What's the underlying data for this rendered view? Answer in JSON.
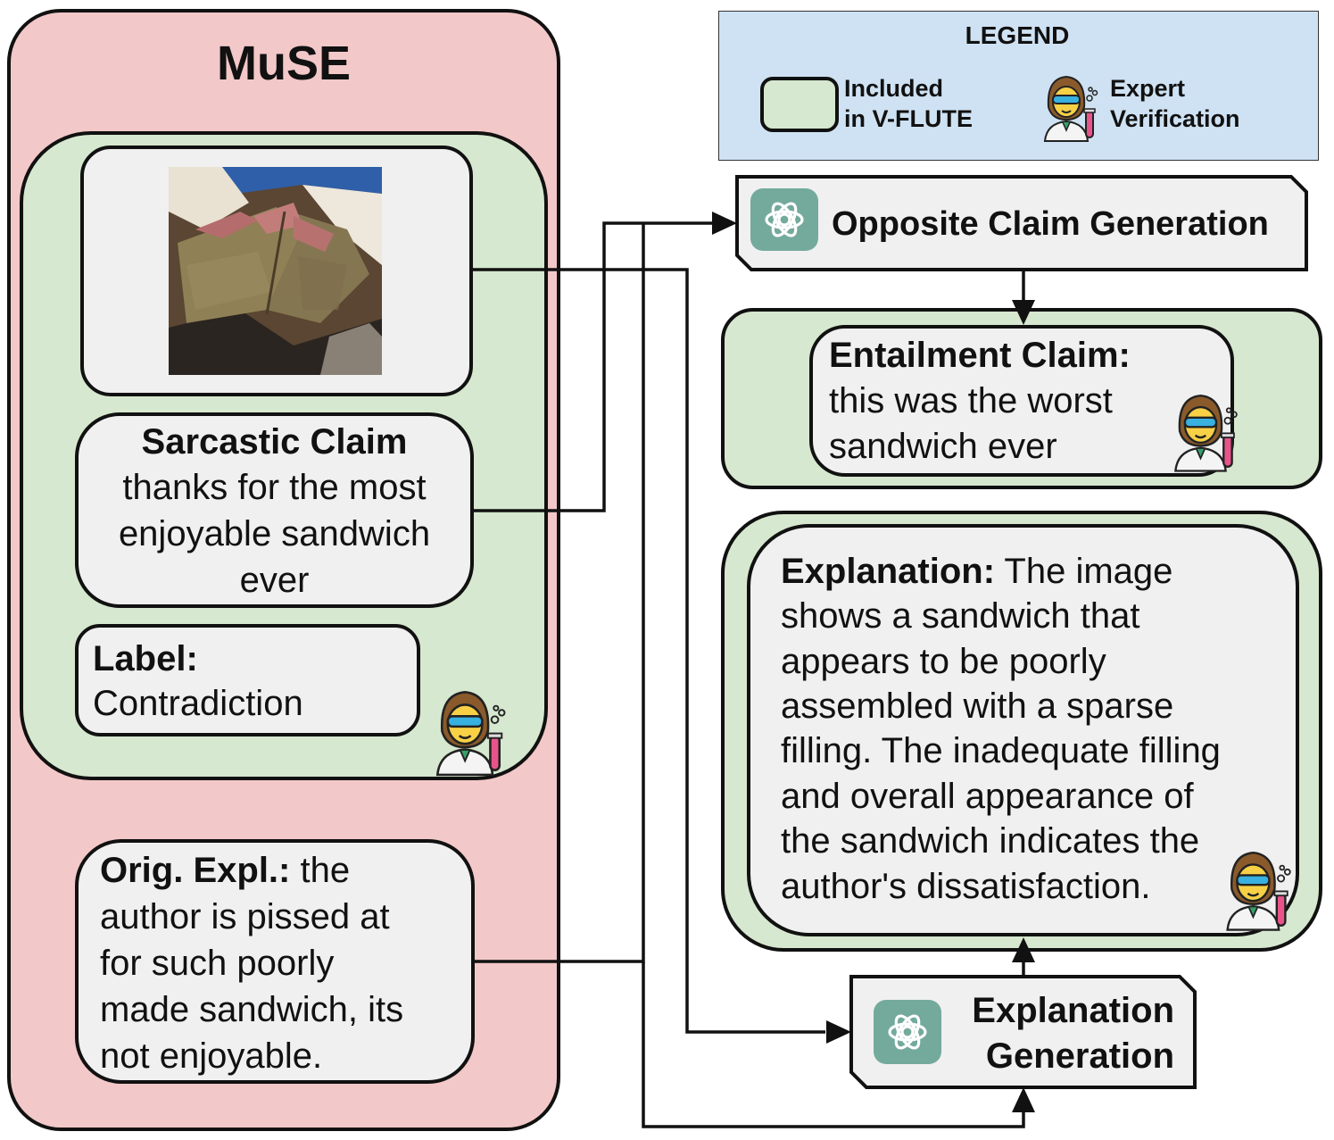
{
  "muse": {
    "title": "MuSE"
  },
  "legend": {
    "title": "LEGEND",
    "included_label_line1": "Included",
    "included_label_line2": "in V-FLUTE",
    "expert_label_line1": "Expert",
    "expert_label_line2": "Verification"
  },
  "sarcastic_claim": {
    "heading": "Sarcastic Claim",
    "line1": "thanks for the most",
    "line2": "enjoyable sandwich",
    "line3": "ever"
  },
  "label": {
    "heading": "Label:",
    "value": "Contradiction"
  },
  "orig_expl": {
    "heading": "Orig. Expl.:",
    "line1_rest": " the",
    "line2": "author is pissed at",
    "line3": "for such poorly",
    "line4": "made sandwich, its",
    "line5": "not enjoyable."
  },
  "opposite_claim_generation": {
    "label": "Opposite Claim Generation"
  },
  "entailment_claim": {
    "heading": "Entailment Claim:",
    "line1": "this was the worst",
    "line2": "sandwich ever"
  },
  "explanation": {
    "heading": "Explanation:",
    "line1_rest": " The image",
    "line2": "shows a sandwich that",
    "line3": "appears to be poorly",
    "line4": "assembled with a sparse",
    "line5": "filling. The inadequate filling",
    "line6": "and overall appearance of",
    "line7": "the sandwich indicates the",
    "line8": "author's dissatisfaction."
  },
  "explanation_generation": {
    "line1": "Explanation",
    "line2": "Generation"
  },
  "icons": {
    "model": "openai-logo-icon",
    "verifier": "woman-scientist-icon"
  },
  "colors": {
    "muse_background": "#f3c8c8",
    "included_green": "#d6e8cf",
    "legend_blue": "#cfe2f3",
    "card_gray": "#f0f0f0",
    "gpt_teal": "#74aa9c"
  }
}
